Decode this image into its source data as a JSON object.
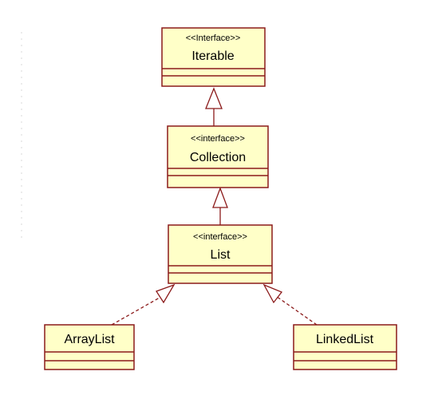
{
  "colors": {
    "box_fill": "#ffffc8",
    "box_border": "#8b1a1a",
    "connector": "#8b1a1a"
  },
  "classes": {
    "iterable": {
      "stereotype": "<<Interface>>",
      "name": "Iterable"
    },
    "collection": {
      "stereotype": "<<interface>>",
      "name": "Collection"
    },
    "list": {
      "stereotype": "<<interface>>",
      "name": "List"
    },
    "arraylist": {
      "name": "ArrayList"
    },
    "linkedlist": {
      "name": "LinkedList"
    }
  }
}
